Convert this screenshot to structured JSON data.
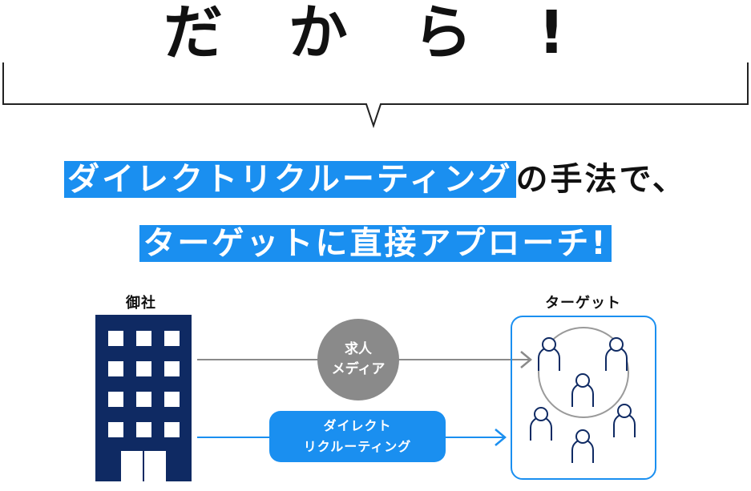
{
  "heading": {
    "title": "だ か ら !"
  },
  "headline": {
    "line1_highlight": "ダイレクトリクルーティング",
    "line1_rest": "の手法で、",
    "line2_highlight": "ターゲットに直接アプローチ!"
  },
  "diagram": {
    "company_label": "御社",
    "target_label": "ターゲット",
    "media": {
      "line1": "求人",
      "line2": "メディア"
    },
    "direct": {
      "line1": "ダイレクト",
      "line2": "リクルーティング"
    },
    "colors": {
      "accent": "#1a8ff0",
      "navy": "#0f2a63",
      "gray": "#8a8a8a"
    }
  }
}
